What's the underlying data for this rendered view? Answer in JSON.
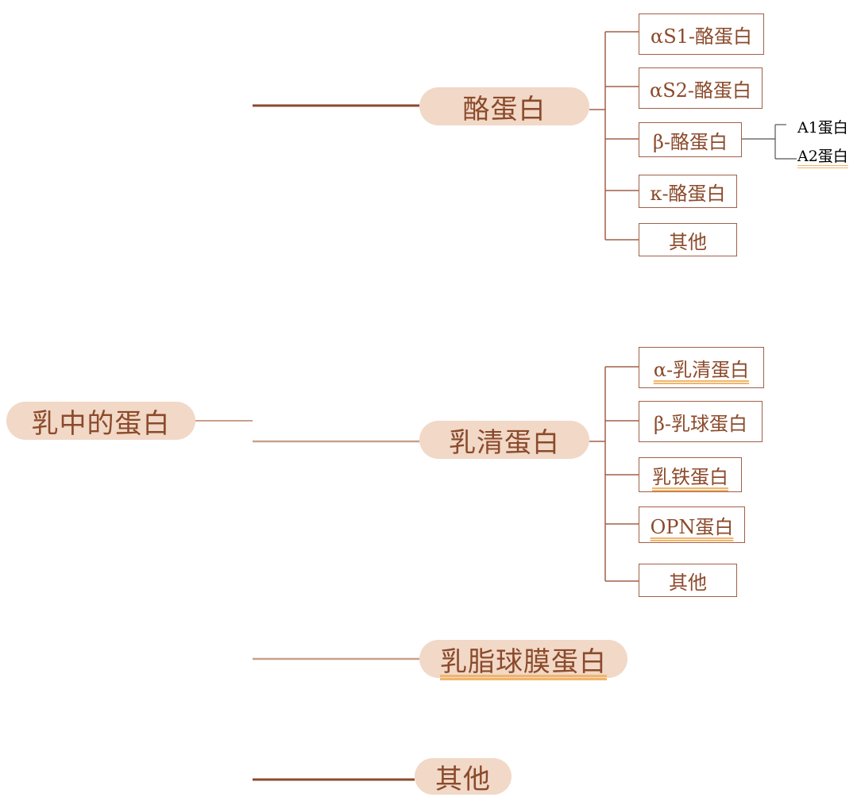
{
  "root": "乳中的蛋白",
  "branches": {
    "casein": {
      "label": "酪蛋白",
      "children": [
        "αS1-酪蛋白",
        "αS2-酪蛋白",
        "β-酪蛋白",
        "κ-酪蛋白",
        "其他"
      ],
      "beta_children": [
        "A1蛋白",
        "A2蛋白"
      ]
    },
    "whey": {
      "label": "乳清蛋白",
      "children": [
        "α-乳清蛋白",
        "β-乳球蛋白",
        "乳铁蛋白",
        "OPN蛋白",
        "其他"
      ]
    },
    "mfgm": {
      "label": "乳脂球膜蛋白"
    },
    "other": {
      "label": "其他"
    }
  },
  "colors": {
    "pill_fill": "#f1d8c7",
    "text": "#8b4a2b",
    "line": "#a06048",
    "underline": "#f1b56b"
  }
}
